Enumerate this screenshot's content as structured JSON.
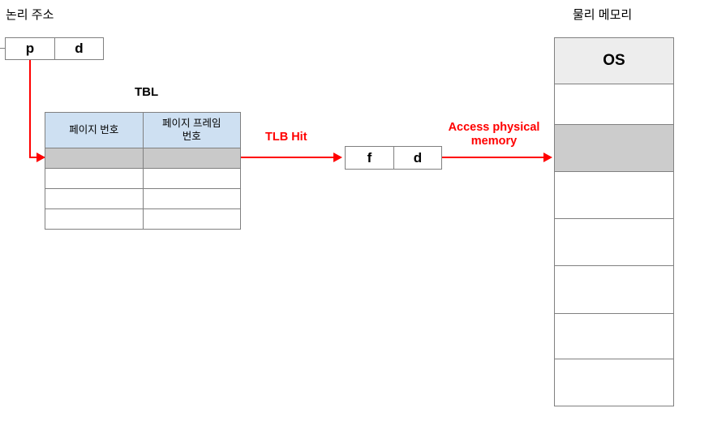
{
  "diagram": {
    "title_logical": "논리 주소",
    "title_physical_memory": "물리 메모리",
    "tbl_title": "TBL"
  },
  "logical_address": {
    "page_number_label": "p",
    "offset_label": "d"
  },
  "physical_address": {
    "frame_number_label": "f",
    "offset_label": "d"
  },
  "tbl": {
    "headers": [
      "페이지 번호",
      "페이지 프레임\n번호"
    ],
    "header_page_number": "페이지 번호",
    "header_frame_number_line1": "페이지 프레임",
    "header_frame_number_line2": "번호",
    "rows": [
      {
        "page": "",
        "frame": "",
        "highlighted": true
      },
      {
        "page": "",
        "frame": "",
        "highlighted": false
      },
      {
        "page": "",
        "frame": "",
        "highlighted": false
      },
      {
        "page": "",
        "frame": "",
        "highlighted": false
      }
    ]
  },
  "annotations": {
    "tlb_hit": "TLB Hit",
    "access_memory_line1": "Access physical",
    "access_memory_line2": "memory"
  },
  "physical_memory": {
    "blocks": [
      {
        "label": "OS",
        "kind": "os"
      },
      {
        "label": "",
        "kind": "free"
      },
      {
        "label": "",
        "kind": "filled"
      },
      {
        "label": "",
        "kind": "free"
      },
      {
        "label": "",
        "kind": "free"
      },
      {
        "label": "",
        "kind": "free"
      },
      {
        "label": "",
        "kind": "free"
      },
      {
        "label": "",
        "kind": "free"
      }
    ]
  },
  "colors": {
    "accent_red": "#ff0000",
    "header_blue": "#cee0f2",
    "highlight_gray": "#c9c9c9",
    "os_gray": "#ededed",
    "border_gray": "#808080"
  }
}
